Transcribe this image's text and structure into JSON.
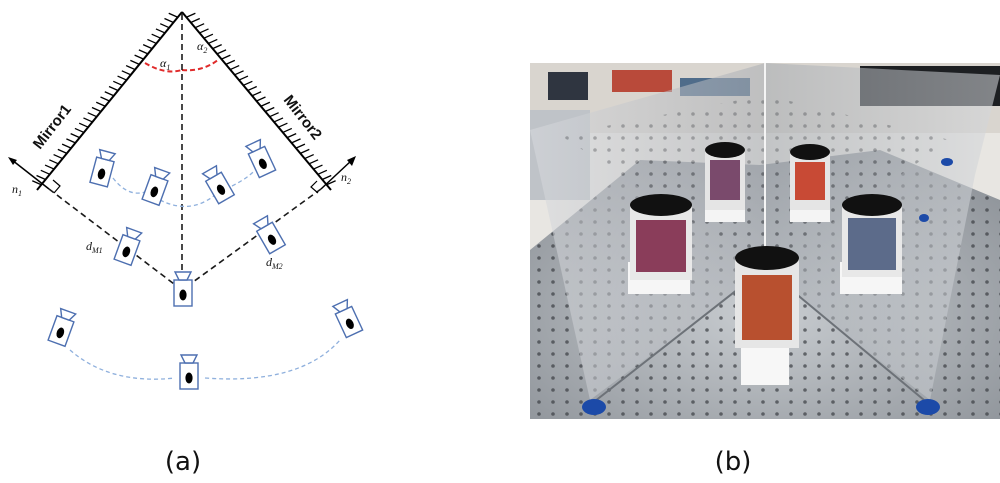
{
  "panel_a": {
    "caption": "(a)",
    "mirror1_label": "Mirror1",
    "mirror2_label": "Mirror2",
    "alpha1": "α",
    "alpha1_sub": "1",
    "alpha2": "α",
    "alpha2_sub": "2",
    "n1": "n",
    "n1_sub": "1",
    "n2": "n",
    "n2_sub": "2",
    "dm1": "d",
    "dm1_sub": "M1",
    "dm2": "d",
    "dm2_sub": "M2",
    "colors": {
      "mirror": "#000000",
      "camera": "#4d6fb0",
      "angle_arc": "#e02a2a",
      "virtual_path": "#8fb0dd"
    }
  },
  "panel_b": {
    "caption": "(b)",
    "photo_description_icon": "photo-mirror-rig"
  }
}
